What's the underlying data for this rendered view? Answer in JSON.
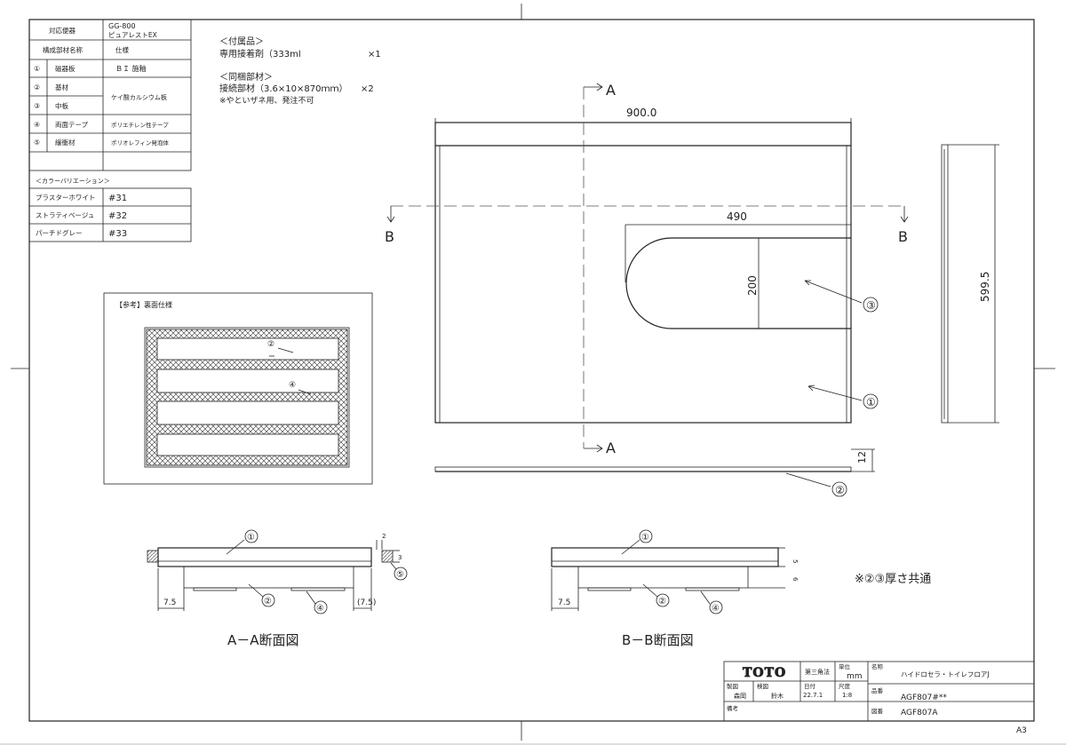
{
  "spec_table": {
    "header": {
      "label": "対応便器",
      "value_line1": "GG-800",
      "value_line2": "ピュアレストEX"
    },
    "columns": {
      "name": "構成部材名称",
      "spec": "仕様"
    },
    "rows": [
      {
        "no": "①",
        "name": "磁器板",
        "spec": "ＢＩ 施釉"
      },
      {
        "no": "②",
        "name": "基材",
        "spec": ""
      },
      {
        "no": "③",
        "name": "中板",
        "spec": ""
      },
      {
        "no": "④",
        "name": "両面テープ",
        "spec": "ポリエチレン性テープ"
      },
      {
        "no": "⑤",
        "name": "緩衝材",
        "spec": "ポリオレフィン発泡体"
      }
    ],
    "merged_spec_2_3": "ケイ酸カルシウム板"
  },
  "color_variation": {
    "title": "＜カラーバリエーション＞",
    "rows": [
      {
        "name": "プラスターホワイト",
        "code": "#31"
      },
      {
        "name": "ストラティベージュ",
        "code": "#32"
      },
      {
        "name": "パーチドグレー",
        "code": "#33"
      }
    ]
  },
  "accessories": {
    "title": "＜付属品＞",
    "item": "専用接着剤（333ml",
    "qty": "×1"
  },
  "included_parts": {
    "title": "＜同梱部材＞",
    "item": "接続部材（3.6×10×870ｍｍ）",
    "qty": "×2",
    "note": "※やといザネ用、発注不可"
  },
  "back_view": {
    "title": "【参考】裏面仕様",
    "callout_2": "②",
    "callout_4": "④"
  },
  "plan_view": {
    "dim_width": "900.0",
    "dim_cut_width": "490",
    "dim_cut_height": "200",
    "dim_height": "599.5",
    "dim_thickness": "12",
    "section_a": "A",
    "section_b": "B",
    "callout_1": "①",
    "callout_2": "②",
    "callout_3": "③"
  },
  "section_aa": {
    "title": "A－A断面図",
    "dim_left": "7.5",
    "dim_right": "(7.5)",
    "dim_top": "2",
    "dim_side": "3",
    "callouts": [
      "①",
      "②",
      "④",
      "⑤"
    ]
  },
  "section_bb": {
    "title": "B－B断面図",
    "dim_left": "7.5",
    "dim_5": "5",
    "dim_6": "6",
    "callouts": [
      "①",
      "②",
      "④"
    ]
  },
  "common_note": "※②③厚さ共通",
  "title_block": {
    "brand": "TOTO",
    "projection": "第三角法",
    "unit_label": "単位",
    "unit": "mm",
    "name_label": "名称",
    "name": "ハイドロセラ・トイレフロアJ",
    "drawn_label": "製図",
    "drawn_by": "森岡",
    "checked_label": "検図",
    "checked_by": "鈴木",
    "date_label": "日付",
    "date": "22.7.1",
    "scale_label": "尺度",
    "scale": "1:8",
    "part_no_label": "品番",
    "part_no": "AGF807#**",
    "drawing_no_label": "図番",
    "drawing_no": "AGF807A",
    "remarks_label": "備考"
  },
  "sheet_size": "A3"
}
